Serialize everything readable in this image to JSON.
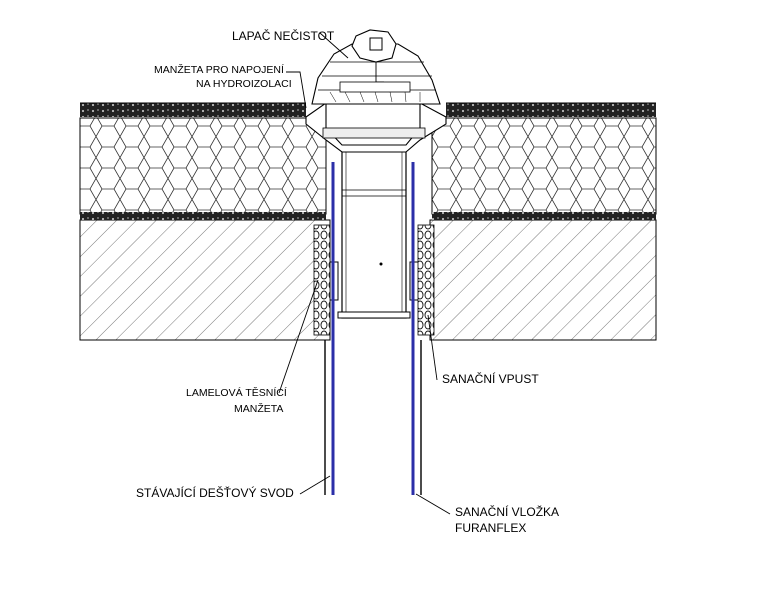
{
  "labels": {
    "debris_trap": "LAPAČ NEČISTOT",
    "collar_line1": "MANŽETA PRO NAPOJENÍ",
    "collar_line2": "NA HYDROIZOLACI",
    "lamella_line1": "LAMELOVÁ TĚSNÍCÍ",
    "lamella_line2": "MANŽETA",
    "renovation_outlet": "SANAČNÍ  VPUST",
    "existing_downpipe": "STÁVAJÍCÍ DEŠŤOVÝ SVOD",
    "liner_line1": "SANAČNÍ VLOŽKA",
    "liner_line2": "FURANFLEX"
  },
  "colors": {
    "liner": "#2b2fa8",
    "line": "#000000",
    "background": "#ffffff"
  }
}
